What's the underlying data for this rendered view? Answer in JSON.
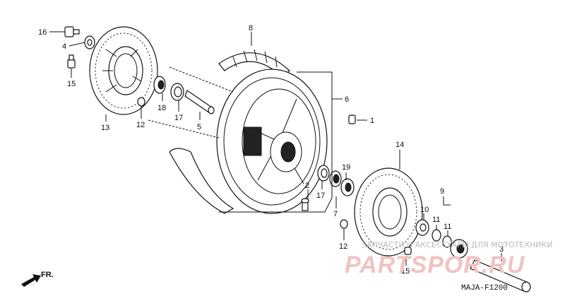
{
  "diagram": {
    "callouts": [
      {
        "id": "c16",
        "text": "16"
      },
      {
        "id": "c4",
        "text": "4"
      },
      {
        "id": "c15a",
        "text": "15"
      },
      {
        "id": "c13",
        "text": "13"
      },
      {
        "id": "c12a",
        "text": "12"
      },
      {
        "id": "c18",
        "text": "18"
      },
      {
        "id": "c17a",
        "text": "17"
      },
      {
        "id": "c5",
        "text": "5"
      },
      {
        "id": "c8",
        "text": "8"
      },
      {
        "id": "c6",
        "text": "6"
      },
      {
        "id": "c1",
        "text": "1"
      },
      {
        "id": "c2",
        "text": "2"
      },
      {
        "id": "c17b",
        "text": "17"
      },
      {
        "id": "c19",
        "text": "19"
      },
      {
        "id": "c7",
        "text": "7"
      },
      {
        "id": "c14",
        "text": "14"
      },
      {
        "id": "c9",
        "text": "9"
      },
      {
        "id": "c10",
        "text": "10"
      },
      {
        "id": "c11a",
        "text": "11"
      },
      {
        "id": "c11b",
        "text": "11"
      },
      {
        "id": "c12b",
        "text": "12"
      },
      {
        "id": "c3",
        "text": "3"
      },
      {
        "id": "c15b",
        "text": "15"
      }
    ],
    "direction_label": "FR.",
    "diagram_code": "MAJA-F1200"
  },
  "watermark": {
    "caption": "ЗАПЧАСТИ И АКСЕССУАРЫ ДЛЯ МОТОТЕХНИКИ",
    "logo": "PARTSPOR.RU"
  },
  "colors": {
    "line": "#111111",
    "watermark_logo": "#f1c3c3",
    "watermark_text": "#b9b9b9"
  }
}
